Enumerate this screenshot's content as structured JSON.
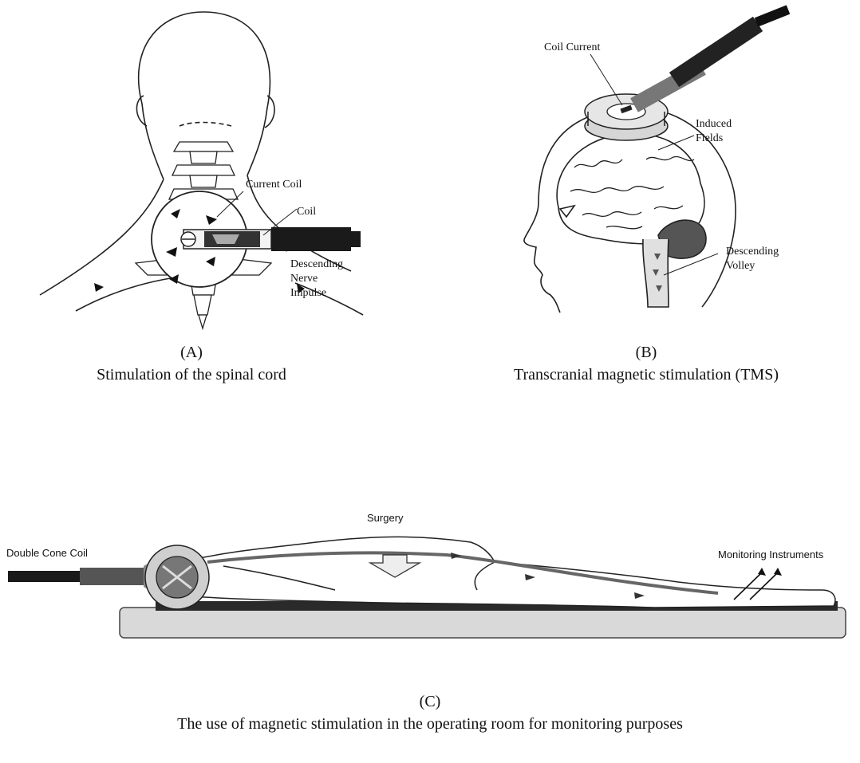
{
  "panel_a": {
    "labels": {
      "current_coil": "Current Coil",
      "coil": "Coil",
      "descending_1": "Descending",
      "descending_2": "Nerve",
      "descending_3": "Impulse"
    },
    "caption_letter": "(A)",
    "caption_text": "Stimulation of the spinal cord"
  },
  "panel_b": {
    "labels": {
      "coil_current": "Coil Current",
      "induced_1": "Induced",
      "induced_2": "Fields",
      "volley_1": "Descending",
      "volley_2": "Volley"
    },
    "caption_letter": "(B)",
    "caption_text": "Transcranial magnetic stimulation (TMS)"
  },
  "panel_c": {
    "labels": {
      "surgery": "Surgery",
      "double_cone_coil": "Double Cone Coil",
      "monitoring": "Monitoring Instruments"
    },
    "caption_letter": "(C)",
    "caption_text": "The use of magnetic stimulation in the operating room for monitoring purposes"
  }
}
